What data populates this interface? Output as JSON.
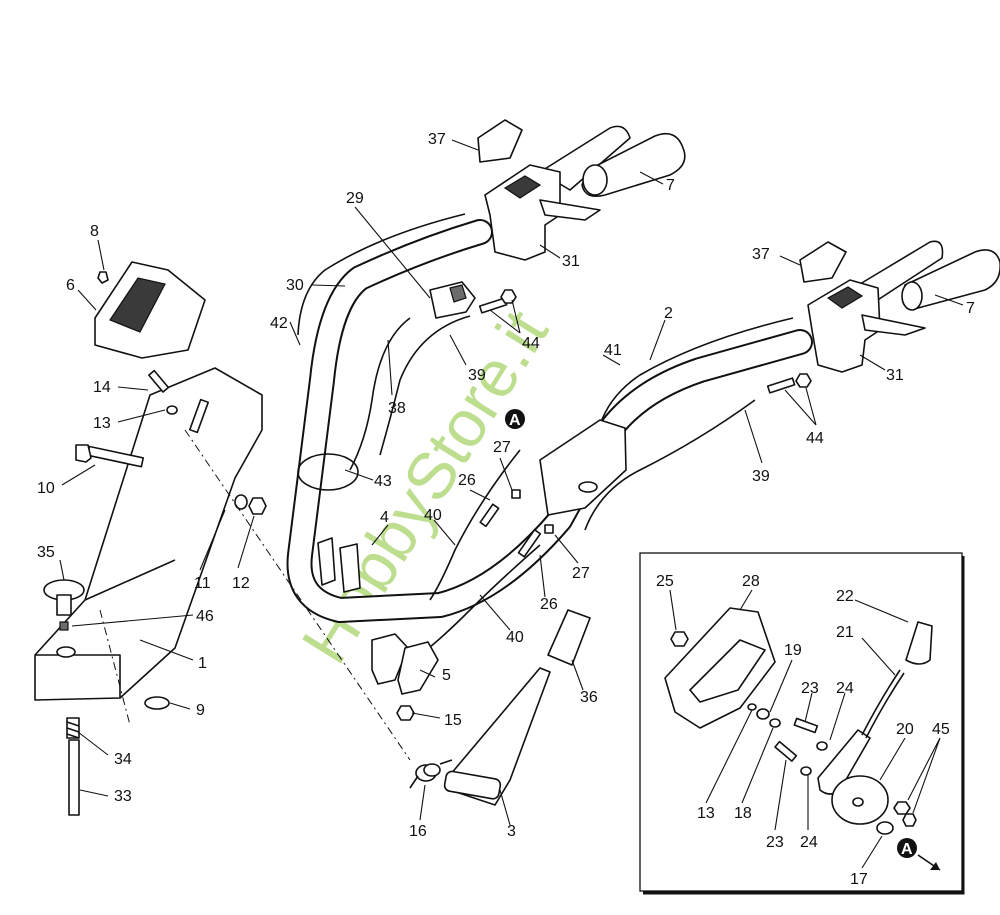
{
  "watermark": "HobbyStore.it",
  "marker_a": "A",
  "labels": {
    "n1": "1",
    "n2": "2",
    "n3": "3",
    "n4": "4",
    "n5": "5",
    "n6": "6",
    "n7a": "7",
    "n7b": "7",
    "n8": "8",
    "n9": "9",
    "n10": "10",
    "n11": "11",
    "n12": "12",
    "n13a": "13",
    "n13b": "13",
    "n14": "14",
    "n15": "15",
    "n16": "16",
    "n17": "17",
    "n18": "18",
    "n19": "19",
    "n20": "20",
    "n21": "21",
    "n22": "22",
    "n23a": "23",
    "n23b": "23",
    "n24a": "24",
    "n24b": "24",
    "n25": "25",
    "n26a": "26",
    "n26b": "26",
    "n27a": "27",
    "n27b": "27",
    "n28": "28",
    "n29": "29",
    "n30": "30",
    "n31a": "31",
    "n31b": "31",
    "n33": "33",
    "n34": "34",
    "n35": "35",
    "n36": "36",
    "n37a": "37",
    "n37b": "37",
    "n38": "38",
    "n39a": "39",
    "n39b": "39",
    "n40a": "40",
    "n40b": "40",
    "n41": "41",
    "n42": "42",
    "n43": "43",
    "n44a": "44",
    "n44b": "44",
    "n45": "45",
    "n46": "46"
  }
}
